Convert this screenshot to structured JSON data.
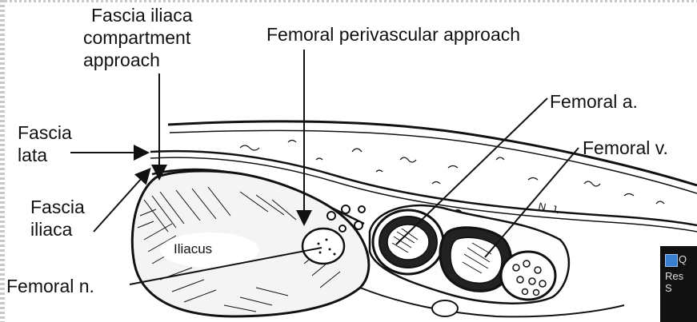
{
  "labels": {
    "fascia_iliaca_compartment": [
      "Fascia iliaca",
      "compartment",
      "approach"
    ],
    "femoral_perivascular": "Femoral perivascular approach",
    "femoral_artery": "Femoral a.",
    "femoral_vein": "Femoral v.",
    "fascia_lata": [
      "Fascia",
      "lata"
    ],
    "fascia_iliaca": [
      "Fascia",
      "iliaca"
    ],
    "iliacus": "Iliacus",
    "femoral_nerve": "Femoral n.",
    "artist_initials": "N. J."
  },
  "thumbnail": {
    "line1": "Q",
    "line2": "Res",
    "line3": "S",
    "icon": "app-icon"
  },
  "colors": {
    "ink": "#111111",
    "thumbnail_bg": "#111111",
    "thumbnail_icon": "#3a7fd0"
  }
}
